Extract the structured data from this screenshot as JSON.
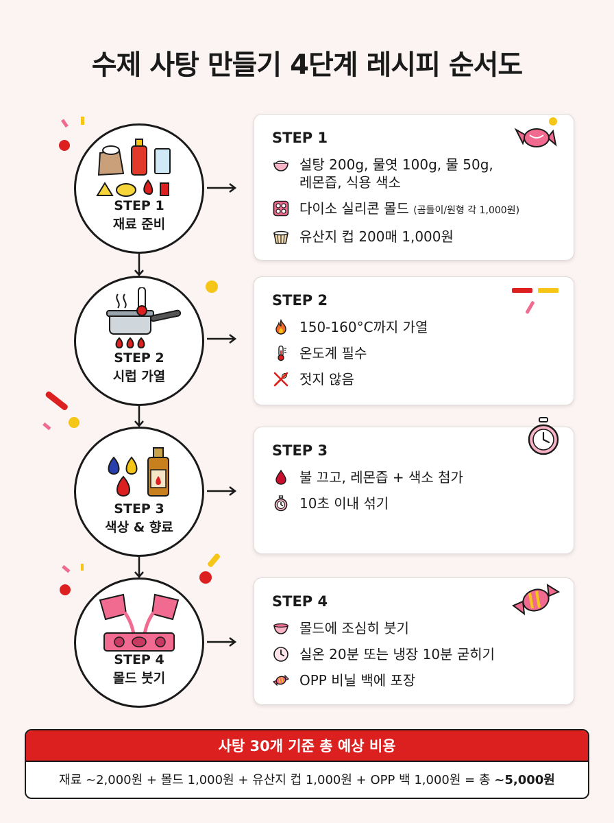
{
  "title": "수제 사탕 만들기 4단계 레시피 순서도",
  "steps": [
    {
      "circle_label_1": "STEP 1",
      "circle_label_2": "재료 준비",
      "card_title": "STEP 1",
      "items": [
        {
          "icon": "bowl-icon",
          "text": "설탕 200g, 물엿 100g, 물 50g,\n레몬즙, 식용 색소",
          "note": ""
        },
        {
          "icon": "mold-icon",
          "text": "다이소 실리콘 몰드 ",
          "note": "(곰들이/원형 각 1,000원)"
        },
        {
          "icon": "cupcake-liner-icon",
          "text": "유산지 컵 200매 1,000원",
          "note": ""
        }
      ]
    },
    {
      "circle_label_1": "STEP 2",
      "circle_label_2": "시럽 가열",
      "card_title": "STEP 2",
      "items": [
        {
          "icon": "fire-icon",
          "text": "150-160°C까지 가열",
          "note": ""
        },
        {
          "icon": "thermometer-icon",
          "text": "온도계 필수",
          "note": ""
        },
        {
          "icon": "no-stir-icon",
          "text": "젓지 않음",
          "note": ""
        }
      ]
    },
    {
      "circle_label_1": "STEP 3",
      "circle_label_2": "색상 & 향료",
      "card_title": "STEP 3",
      "items": [
        {
          "icon": "drop-icon",
          "text": "불 끄고, 레몬즙 + 색소 첨가",
          "note": ""
        },
        {
          "icon": "stopwatch-icon",
          "text": "10초 이내 섞기",
          "note": ""
        }
      ]
    },
    {
      "circle_label_1": "STEP 4",
      "circle_label_2": "몰드 붓기",
      "card_title": "STEP 4",
      "items": [
        {
          "icon": "bowl-icon",
          "text": "몰드에 조심히 붓기",
          "note": ""
        },
        {
          "icon": "clock-icon",
          "text": "실온 20분 또는 냉장 10분 굳히기",
          "note": ""
        },
        {
          "icon": "candy-icon",
          "text": "OPP 비닐 백에 포장",
          "note": ""
        }
      ]
    }
  ],
  "summary": {
    "header": "사탕 30개 기준 총 예상 비용",
    "body": "재료 ~2,000원 + 몰드 1,000원 + 유산지 컵 1,000원 + OPP 백 1,000원 = 총 ",
    "total": "~5,000원"
  },
  "colors": {
    "red": "#dc1f1f",
    "pink": "#f06b8f",
    "yellow": "#f5c518",
    "dark": "#1a1a1a"
  }
}
